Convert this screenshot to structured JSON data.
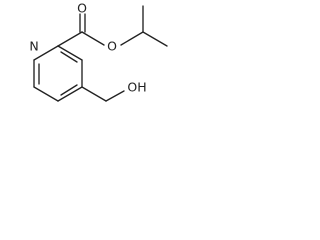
{
  "molecule": {
    "atoms": {
      "nitrogen": "N",
      "carbonyl_oxygen": "O",
      "ester_oxygen": "O",
      "hydroxyl": "OH"
    }
  }
}
